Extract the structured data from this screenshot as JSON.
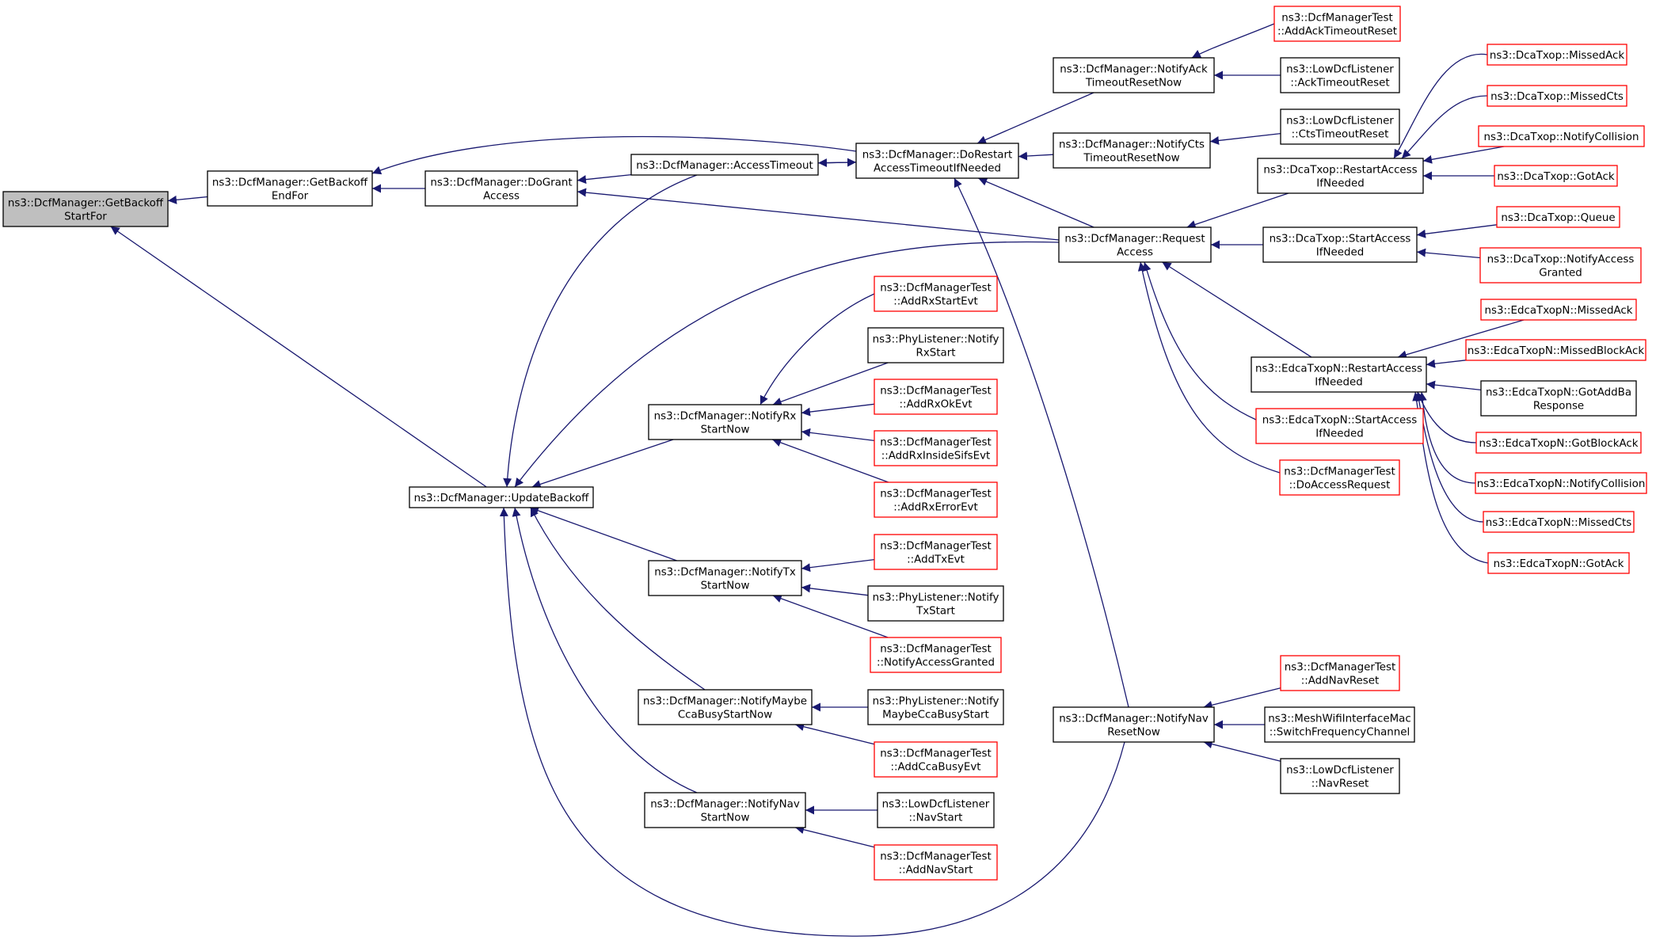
{
  "colors": {
    "edge": "#191970",
    "node_border": "#000000",
    "node_border_linked": "#ff0000",
    "root_fill": "#bfbfbf",
    "background": "#ffffff"
  },
  "nodes": [
    {
      "id": "root",
      "lines": [
        "ns3::DcfManager::GetBackoff",
        "StartFor"
      ],
      "style": "root"
    },
    {
      "id": "getBackoffEnd",
      "lines": [
        "ns3::DcfManager::GetBackoff",
        "EndFor"
      ],
      "style": "normal"
    },
    {
      "id": "updateBackoff",
      "lines": [
        "ns3::DcfManager::UpdateBackoff"
      ],
      "style": "normal"
    },
    {
      "id": "doGrant",
      "lines": [
        "ns3::DcfManager::DoGrant",
        "Access"
      ],
      "style": "normal"
    },
    {
      "id": "accessTimeout",
      "lines": [
        "ns3::DcfManager::AccessTimeout"
      ],
      "style": "normal"
    },
    {
      "id": "doRestart",
      "lines": [
        "ns3::DcfManager::DoRestart",
        "AccessTimeoutIfNeeded"
      ],
      "style": "normal"
    },
    {
      "id": "notifyAckTimeout",
      "lines": [
        "ns3::DcfManager::NotifyAck",
        "TimeoutResetNow"
      ],
      "style": "normal"
    },
    {
      "id": "notifyCtsTimeout",
      "lines": [
        "ns3::DcfManager::NotifyCts",
        "TimeoutResetNow"
      ],
      "style": "normal"
    },
    {
      "id": "requestAccess",
      "lines": [
        "ns3::DcfManager::Request",
        "Access"
      ],
      "style": "normal"
    },
    {
      "id": "addAckTimeoutReset",
      "lines": [
        "ns3::DcfManagerTest",
        "::AddAckTimeoutReset"
      ],
      "style": "linked"
    },
    {
      "id": "lowAckTimeoutReset",
      "lines": [
        "ns3::LowDcfListener",
        "::AckTimeoutReset"
      ],
      "style": "normal"
    },
    {
      "id": "lowCtsTimeoutReset",
      "lines": [
        "ns3::LowDcfListener",
        "::CtsTimeoutReset"
      ],
      "style": "normal"
    },
    {
      "id": "dcaRestart",
      "lines": [
        "ns3::DcaTxop::RestartAccess",
        "IfNeeded"
      ],
      "style": "normal"
    },
    {
      "id": "dcaStart",
      "lines": [
        "ns3::DcaTxop::StartAccess",
        "IfNeeded"
      ],
      "style": "normal"
    },
    {
      "id": "edcaRestart",
      "lines": [
        "ns3::EdcaTxopN::RestartAccess",
        "IfNeeded"
      ],
      "style": "normal"
    },
    {
      "id": "edcaStart",
      "lines": [
        "ns3::EdcaTxopN::StartAccess",
        "IfNeeded"
      ],
      "style": "linked"
    },
    {
      "id": "doAccessRequest",
      "lines": [
        "ns3::DcfManagerTest",
        "::DoAccessRequest"
      ],
      "style": "linked"
    },
    {
      "id": "dcaMissedAck",
      "lines": [
        "ns3::DcaTxop::MissedAck"
      ],
      "style": "linked"
    },
    {
      "id": "dcaMissedCts",
      "lines": [
        "ns3::DcaTxop::MissedCts"
      ],
      "style": "linked"
    },
    {
      "id": "dcaNotifyCollision",
      "lines": [
        "ns3::DcaTxop::NotifyCollision"
      ],
      "style": "linked"
    },
    {
      "id": "dcaGotAck",
      "lines": [
        "ns3::DcaTxop::GotAck"
      ],
      "style": "linked"
    },
    {
      "id": "dcaQueue",
      "lines": [
        "ns3::DcaTxop::Queue"
      ],
      "style": "linked"
    },
    {
      "id": "dcaNotifyAccessGranted",
      "lines": [
        "ns3::DcaTxop::NotifyAccess",
        "Granted"
      ],
      "style": "linked"
    },
    {
      "id": "edcaMissedAck",
      "lines": [
        "ns3::EdcaTxopN::MissedAck"
      ],
      "style": "linked"
    },
    {
      "id": "edcaMissedBlockAck",
      "lines": [
        "ns3::EdcaTxopN::MissedBlockAck"
      ],
      "style": "linked"
    },
    {
      "id": "edcaGotAddBa",
      "lines": [
        "ns3::EdcaTxopN::GotAddBa",
        "Response"
      ],
      "style": "normal"
    },
    {
      "id": "edcaGotBlockAck",
      "lines": [
        "ns3::EdcaTxopN::GotBlockAck"
      ],
      "style": "linked"
    },
    {
      "id": "edcaNotifyCollision",
      "lines": [
        "ns3::EdcaTxopN::NotifyCollision"
      ],
      "style": "linked"
    },
    {
      "id": "edcaMissedCts",
      "lines": [
        "ns3::EdcaTxopN::MissedCts"
      ],
      "style": "linked"
    },
    {
      "id": "edcaGotAck",
      "lines": [
        "ns3::EdcaTxopN::GotAck"
      ],
      "style": "linked"
    },
    {
      "id": "notifyRxStart",
      "lines": [
        "ns3::DcfManager::NotifyRx",
        "StartNow"
      ],
      "style": "normal"
    },
    {
      "id": "addRxStartEvt",
      "lines": [
        "ns3::DcfManagerTest",
        "::AddRxStartEvt"
      ],
      "style": "linked"
    },
    {
      "id": "phyNotifyRxStart",
      "lines": [
        "ns3::PhyListener::Notify",
        "RxStart"
      ],
      "style": "normal"
    },
    {
      "id": "addRxOkEvt",
      "lines": [
        "ns3::DcfManagerTest",
        "::AddRxOkEvt"
      ],
      "style": "linked"
    },
    {
      "id": "addRxInsideSifsEvt",
      "lines": [
        "ns3::DcfManagerTest",
        "::AddRxInsideSifsEvt"
      ],
      "style": "linked"
    },
    {
      "id": "addRxErrorEvt",
      "lines": [
        "ns3::DcfManagerTest",
        "::AddRxErrorEvt"
      ],
      "style": "linked"
    },
    {
      "id": "notifyTxStart",
      "lines": [
        "ns3::DcfManager::NotifyTx",
        "StartNow"
      ],
      "style": "normal"
    },
    {
      "id": "addTxEvt",
      "lines": [
        "ns3::DcfManagerTest",
        "::AddTxEvt"
      ],
      "style": "linked"
    },
    {
      "id": "phyNotifyTxStart",
      "lines": [
        "ns3::PhyListener::Notify",
        "TxStart"
      ],
      "style": "normal"
    },
    {
      "id": "testNotifyAccessGranted",
      "lines": [
        "ns3::DcfManagerTest",
        "::NotifyAccessGranted"
      ],
      "style": "linked"
    },
    {
      "id": "notifyMaybeCca",
      "lines": [
        "ns3::DcfManager::NotifyMaybe",
        "CcaBusyStartNow"
      ],
      "style": "normal"
    },
    {
      "id": "phyNotifyMaybeCca",
      "lines": [
        "ns3::PhyListener::Notify",
        "MaybeCcaBusyStart"
      ],
      "style": "normal"
    },
    {
      "id": "addCcaBusyEvt",
      "lines": [
        "ns3::DcfManagerTest",
        "::AddCcaBusyEvt"
      ],
      "style": "linked"
    },
    {
      "id": "notifyNavStart",
      "lines": [
        "ns3::DcfManager::NotifyNav",
        "StartNow"
      ],
      "style": "normal"
    },
    {
      "id": "lowNavStart",
      "lines": [
        "ns3::LowDcfListener",
        "::NavStart"
      ],
      "style": "normal"
    },
    {
      "id": "addNavStart",
      "lines": [
        "ns3::DcfManagerTest",
        "::AddNavStart"
      ],
      "style": "linked"
    },
    {
      "id": "notifyNavReset",
      "lines": [
        "ns3::DcfManager::NotifyNav",
        "ResetNow"
      ],
      "style": "normal"
    },
    {
      "id": "addNavReset",
      "lines": [
        "ns3::DcfManagerTest",
        "::AddNavReset"
      ],
      "style": "linked"
    },
    {
      "id": "meshSwitchFreq",
      "lines": [
        "ns3::MeshWifiInterfaceMac",
        "::SwitchFrequencyChannel"
      ],
      "style": "normal"
    },
    {
      "id": "lowNavReset",
      "lines": [
        "ns3::LowDcfListener",
        "::NavReset"
      ],
      "style": "normal"
    }
  ],
  "edges": [
    {
      "from": "getBackoffEnd",
      "to": "root"
    },
    {
      "from": "updateBackoff",
      "to": "root"
    },
    {
      "from": "doGrant",
      "to": "getBackoffEnd"
    },
    {
      "from": "doRestart",
      "to": "getBackoffEnd"
    },
    {
      "from": "accessTimeout",
      "to": "doGrant"
    },
    {
      "from": "requestAccess",
      "to": "doGrant"
    },
    {
      "from": "doRestart",
      "to": "accessTimeout"
    },
    {
      "from": "accessTimeout",
      "to": "doRestart"
    },
    {
      "from": "notifyAckTimeout",
      "to": "doRestart"
    },
    {
      "from": "notifyCtsTimeout",
      "to": "doRestart"
    },
    {
      "from": "requestAccess",
      "to": "doRestart"
    },
    {
      "from": "notifyNavReset",
      "to": "doRestart"
    },
    {
      "from": "addAckTimeoutReset",
      "to": "notifyAckTimeout"
    },
    {
      "from": "lowAckTimeoutReset",
      "to": "notifyAckTimeout"
    },
    {
      "from": "lowCtsTimeoutReset",
      "to": "notifyCtsTimeout"
    },
    {
      "from": "dcaRestart",
      "to": "requestAccess"
    },
    {
      "from": "dcaStart",
      "to": "requestAccess"
    },
    {
      "from": "edcaRestart",
      "to": "requestAccess"
    },
    {
      "from": "edcaStart",
      "to": "requestAccess"
    },
    {
      "from": "doAccessRequest",
      "to": "requestAccess"
    },
    {
      "from": "dcaMissedAck",
      "to": "dcaRestart"
    },
    {
      "from": "dcaMissedCts",
      "to": "dcaRestart"
    },
    {
      "from": "dcaNotifyCollision",
      "to": "dcaRestart"
    },
    {
      "from": "dcaGotAck",
      "to": "dcaRestart"
    },
    {
      "from": "dcaQueue",
      "to": "dcaStart"
    },
    {
      "from": "dcaNotifyAccessGranted",
      "to": "dcaStart"
    },
    {
      "from": "edcaMissedAck",
      "to": "edcaRestart"
    },
    {
      "from": "edcaMissedBlockAck",
      "to": "edcaRestart"
    },
    {
      "from": "edcaGotAddBa",
      "to": "edcaRestart"
    },
    {
      "from": "edcaGotBlockAck",
      "to": "edcaRestart"
    },
    {
      "from": "edcaNotifyCollision",
      "to": "edcaRestart"
    },
    {
      "from": "edcaMissedCts",
      "to": "edcaRestart"
    },
    {
      "from": "edcaGotAck",
      "to": "edcaRestart"
    },
    {
      "from": "accessTimeout",
      "to": "updateBackoff"
    },
    {
      "from": "requestAccess",
      "to": "updateBackoff"
    },
    {
      "from": "notifyRxStart",
      "to": "updateBackoff"
    },
    {
      "from": "notifyTxStart",
      "to": "updateBackoff"
    },
    {
      "from": "notifyMaybeCca",
      "to": "updateBackoff"
    },
    {
      "from": "notifyNavStart",
      "to": "updateBackoff"
    },
    {
      "from": "notifyNavReset",
      "to": "updateBackoff"
    },
    {
      "from": "addRxStartEvt",
      "to": "notifyRxStart"
    },
    {
      "from": "phyNotifyRxStart",
      "to": "notifyRxStart"
    },
    {
      "from": "addRxOkEvt",
      "to": "notifyRxStart"
    },
    {
      "from": "addRxInsideSifsEvt",
      "to": "notifyRxStart"
    },
    {
      "from": "addRxErrorEvt",
      "to": "notifyRxStart"
    },
    {
      "from": "addTxEvt",
      "to": "notifyTxStart"
    },
    {
      "from": "phyNotifyTxStart",
      "to": "notifyTxStart"
    },
    {
      "from": "testNotifyAccessGranted",
      "to": "notifyTxStart"
    },
    {
      "from": "phyNotifyMaybeCca",
      "to": "notifyMaybeCca"
    },
    {
      "from": "addCcaBusyEvt",
      "to": "notifyMaybeCca"
    },
    {
      "from": "lowNavStart",
      "to": "notifyNavStart"
    },
    {
      "from": "addNavStart",
      "to": "notifyNavStart"
    },
    {
      "from": "addNavReset",
      "to": "notifyNavReset"
    },
    {
      "from": "meshSwitchFreq",
      "to": "notifyNavReset"
    },
    {
      "from": "lowNavReset",
      "to": "notifyNavReset"
    }
  ]
}
